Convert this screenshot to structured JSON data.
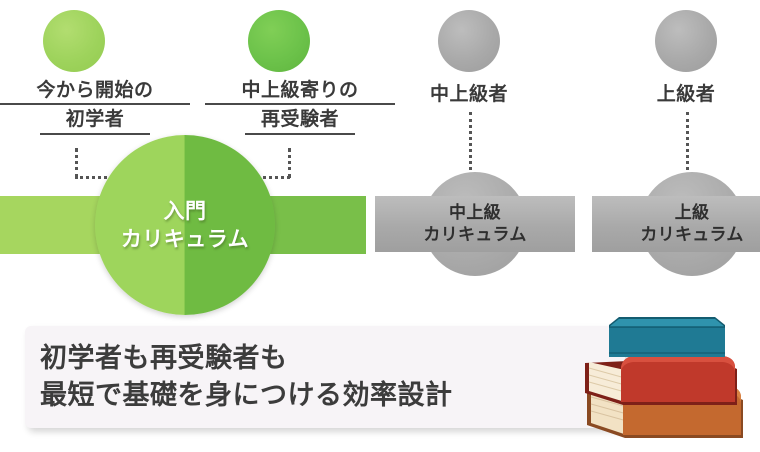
{
  "personas": [
    {
      "dot_color": "#9ed35c",
      "lines": [
        "今から開始の",
        "初学者"
      ],
      "underlined": true
    },
    {
      "dot_color": "#6cc24a",
      "lines": [
        "中上級寄りの",
        "再受験者"
      ],
      "underlined": true
    },
    {
      "dot_color": "#a9a9a9",
      "lines": [
        "中上級者"
      ],
      "underlined": false
    },
    {
      "dot_color": "#a9a9a9",
      "lines": [
        "上級者"
      ],
      "underlined": false
    }
  ],
  "curricula": [
    {
      "id": "intro",
      "lines": [
        "入門",
        "カリキュラム"
      ],
      "color": "#79bf49",
      "style": "green"
    },
    {
      "id": "upper-intermediate",
      "lines": [
        "中上級",
        "カリキュラム"
      ],
      "color": "#a9a9a9",
      "style": "gray"
    },
    {
      "id": "advanced",
      "lines": [
        "上級",
        "カリキュラム"
      ],
      "color": "#a9a9a9",
      "style": "gray"
    }
  ],
  "caption": {
    "line1": "初学者も再受験者も",
    "line2": "最短で基礎を身につける効率設計"
  },
  "books": {
    "top_color": "#1f7a94",
    "middle_color": "#c0392b",
    "bottom_color": "#c4692f",
    "page_color": "#f2e2c4"
  }
}
